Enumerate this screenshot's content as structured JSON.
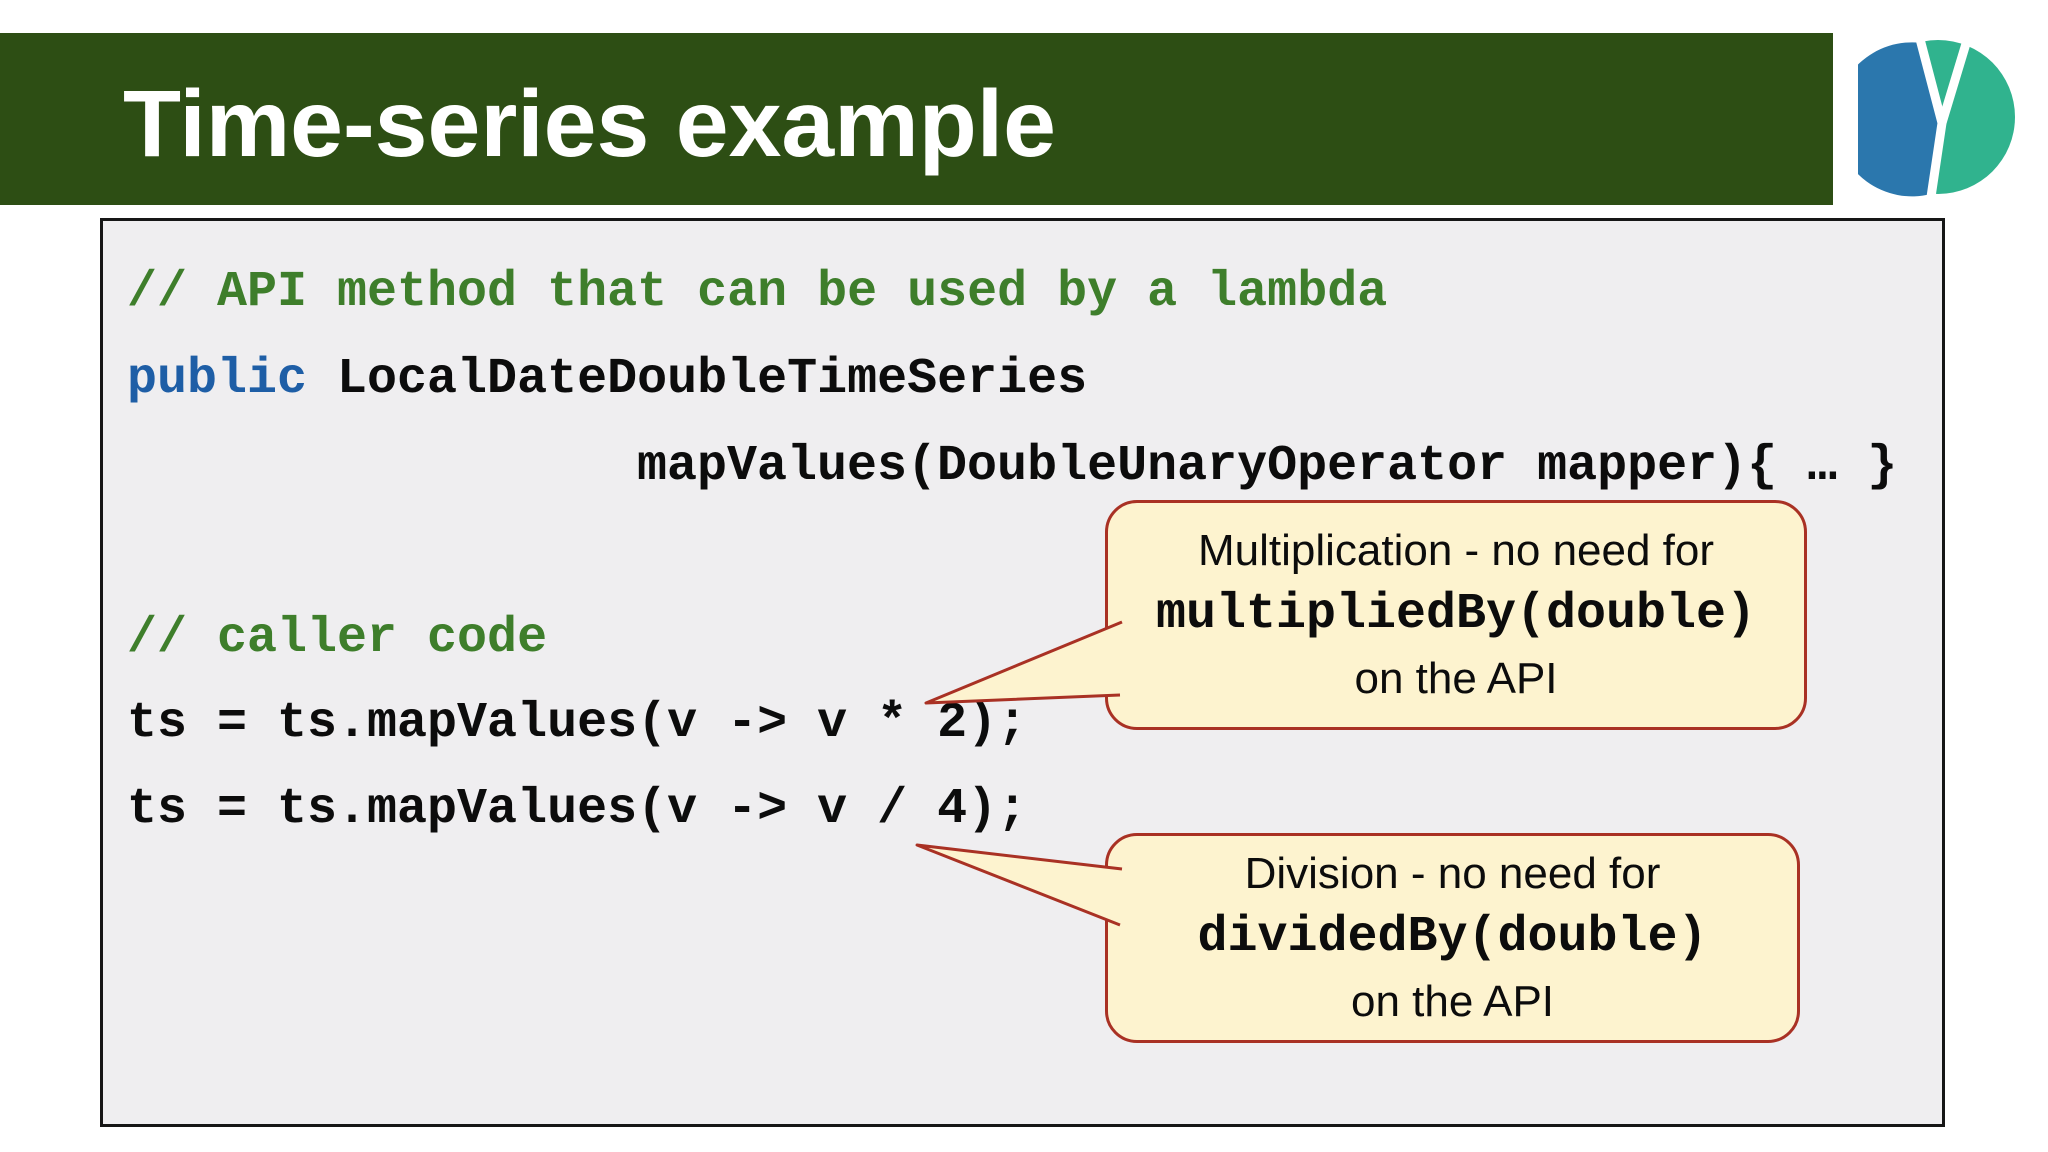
{
  "slide": {
    "title": "Time-series example"
  },
  "logo": {
    "name": "opengamma-logo",
    "blue": "#2b77ad",
    "teal": "#30b38e"
  },
  "colors": {
    "header_bg": "#2d4e14",
    "title_text": "#ffffff",
    "panel_bg": "#efeef0",
    "panel_border": "#161616",
    "comment_green": "#3e7e2b",
    "keyword_blue": "#1e5ea6",
    "code_black": "#0c0c0c",
    "callout_bg": "#fdf3cf",
    "callout_border": "#a93124"
  },
  "code": {
    "lines": [
      {
        "kind": "comment",
        "text": "// API method that can be used by a lambda"
      },
      {
        "kind": "declaration",
        "keyword": "public",
        "text": " LocalDateDoubleTimeSeries"
      },
      {
        "kind": "plain",
        "text": "mapValues(DoubleUnaryOperator mapper){ … }"
      },
      {
        "kind": "comment",
        "text": "// caller code"
      },
      {
        "kind": "plain",
        "text": "ts = ts.mapValues(v -> v * 2);"
      },
      {
        "kind": "plain",
        "text": "ts = ts.mapValues(v -> v / 4);"
      }
    ]
  },
  "callouts": [
    {
      "intro": "Multiplication - no need for",
      "method": "multipliedBy(double)",
      "outro": "on the API"
    },
    {
      "intro": "Division - no need for",
      "method": "dividedBy(double)",
      "outro": "on the API"
    }
  ]
}
